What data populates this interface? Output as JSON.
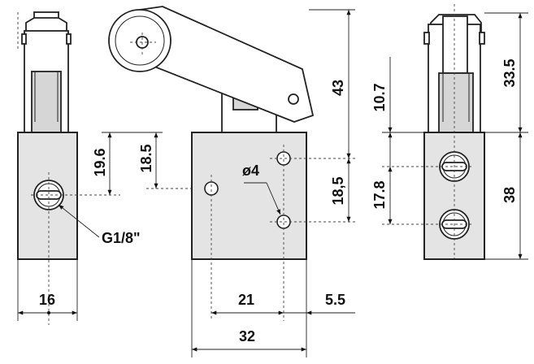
{
  "dimensions": {
    "width_front": "32",
    "port_offset": "21",
    "right_offset": "5.5",
    "side_width": "16",
    "port_height": "19.6",
    "hole_height": "18.5",
    "hole_spacing": "18,5",
    "lever_height": "43",
    "hole_diameter": "ø4",
    "thread": "G1/8\"",
    "right_top_height": "33.5",
    "right_body_height": "38",
    "right_lever_gap": "10.7",
    "right_port_spacing": "17.8"
  }
}
